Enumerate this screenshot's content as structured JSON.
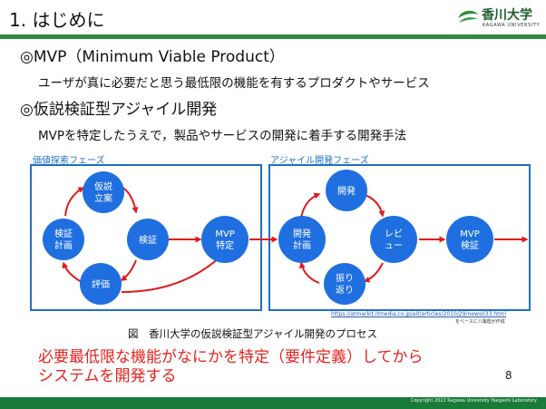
{
  "header": {
    "title": "1. はじめに",
    "logo_text": "香川大学",
    "logo_subtext": "KAGAWA UNIVERSITY"
  },
  "bullets": [
    {
      "heading": "◎MVP（Minimum Viable Product）",
      "sub": "ユーザが真に必要だと思う最低限の機能を有するプロダクトやサービス"
    },
    {
      "heading": "◎仮説検証型アジャイル開発",
      "sub": "MVPを特定したうえで，製品やサービスの開発に着手する開発手法"
    }
  ],
  "diagram": {
    "phase1": {
      "label": "価値探索フェーズ",
      "nodes": [
        "仮説\n立案",
        "検証\n計画",
        "検証",
        "評価",
        "MVP\n特定"
      ]
    },
    "phase2": {
      "label": "アジャイル開発フェーズ",
      "nodes": [
        "開発",
        "開発\n計画",
        "レビ\nュー",
        "振り\n返り",
        "MVP\n検証"
      ]
    }
  },
  "source": {
    "url": "https://atmarkit.itmedia.co.jp/ait/articles/2010/29/news033.html",
    "note": "をベースに八亀樫が作成"
  },
  "caption": "図　香川大学の仮説検証型アジャイル開発のプロセス",
  "conclusion": [
    "必要最低限な機能がなにかを特定（要件定義）してから",
    "システムを開発する"
  ],
  "page_number": "8",
  "footer": "Copyright 2022 Kagawa University  Yaegashi Laboratory",
  "colors": {
    "accent_green": "#2e8b3c",
    "node_blue": "#1f6fe0",
    "frame_blue": "#1f6fc4",
    "arrow_red": "#e11a1a",
    "conclusion_red": "#e6231f"
  }
}
